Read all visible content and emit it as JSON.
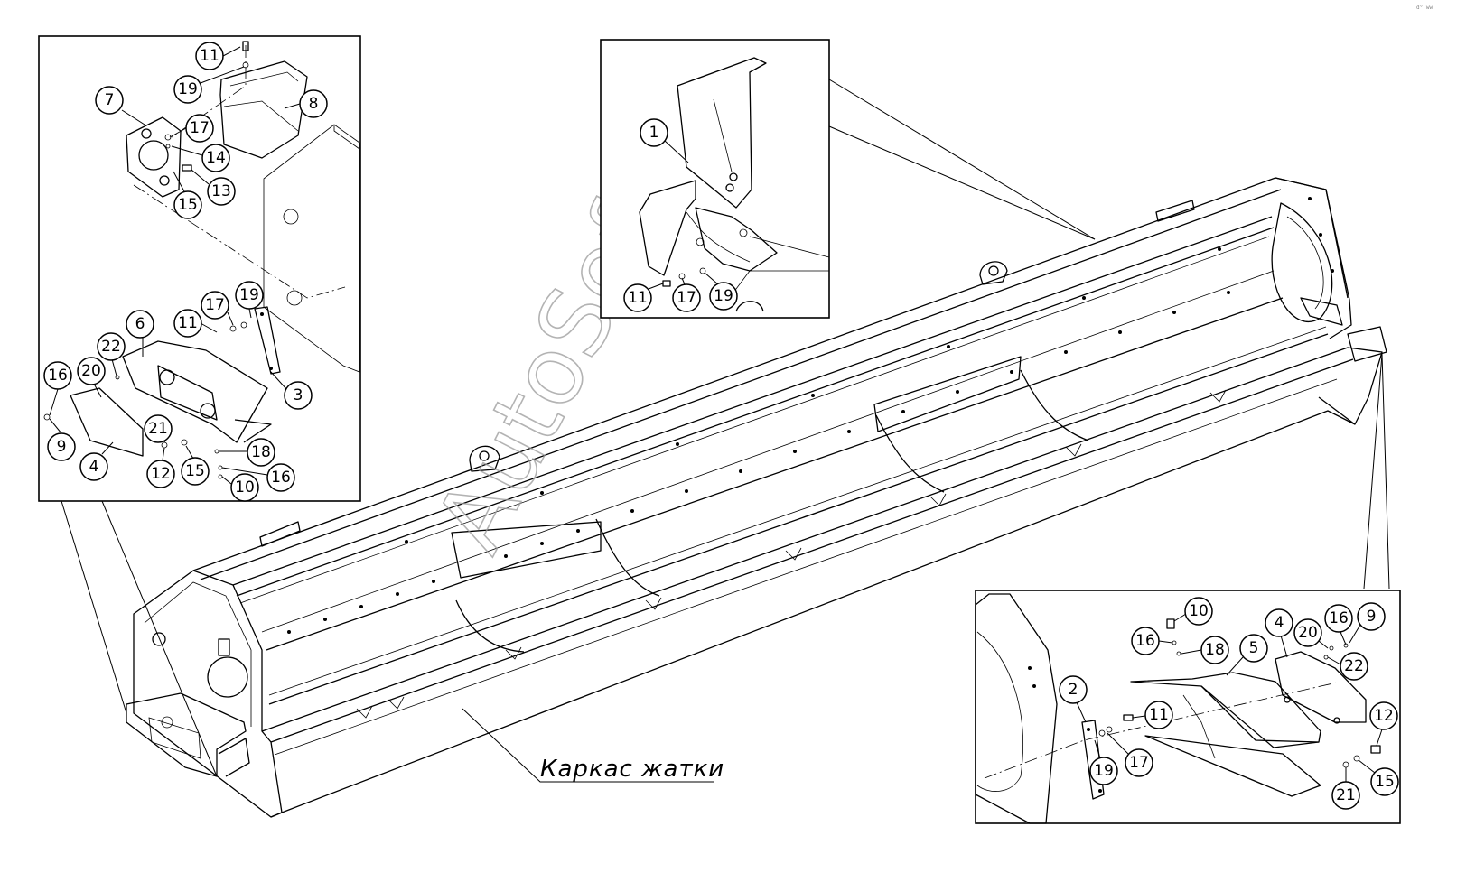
{
  "caption": "Каркас жатки",
  "watermark": "AutoSoft",
  "corner_mark": "d° ww",
  "callouts_top_left": {
    "c11": "11",
    "c19": "19",
    "c7": "7",
    "c8": "8",
    "c17": "17",
    "c14": "14",
    "c13": "13",
    "c15": "15",
    "c6": "6",
    "c11b": "11",
    "c17b": "17",
    "c19b": "19",
    "c22": "22",
    "c20": "20",
    "c16": "16",
    "c3": "3",
    "c21": "21",
    "c9": "9",
    "c18": "18",
    "c4": "4",
    "c12": "12",
    "c15b": "15",
    "c16b": "16",
    "c10": "10"
  },
  "callouts_top_middle": {
    "c1": "1",
    "c11": "11",
    "c17": "17",
    "c19": "19"
  },
  "callouts_bottom_right": {
    "c10": "10",
    "c16": "16",
    "c18": "18",
    "c5": "5",
    "c4": "4",
    "c20": "20",
    "c16b": "16",
    "c9": "9",
    "c22": "22",
    "c2": "2",
    "c11": "11",
    "c12": "12",
    "c19": "19",
    "c17": "17",
    "c21": "21",
    "c15": "15"
  }
}
